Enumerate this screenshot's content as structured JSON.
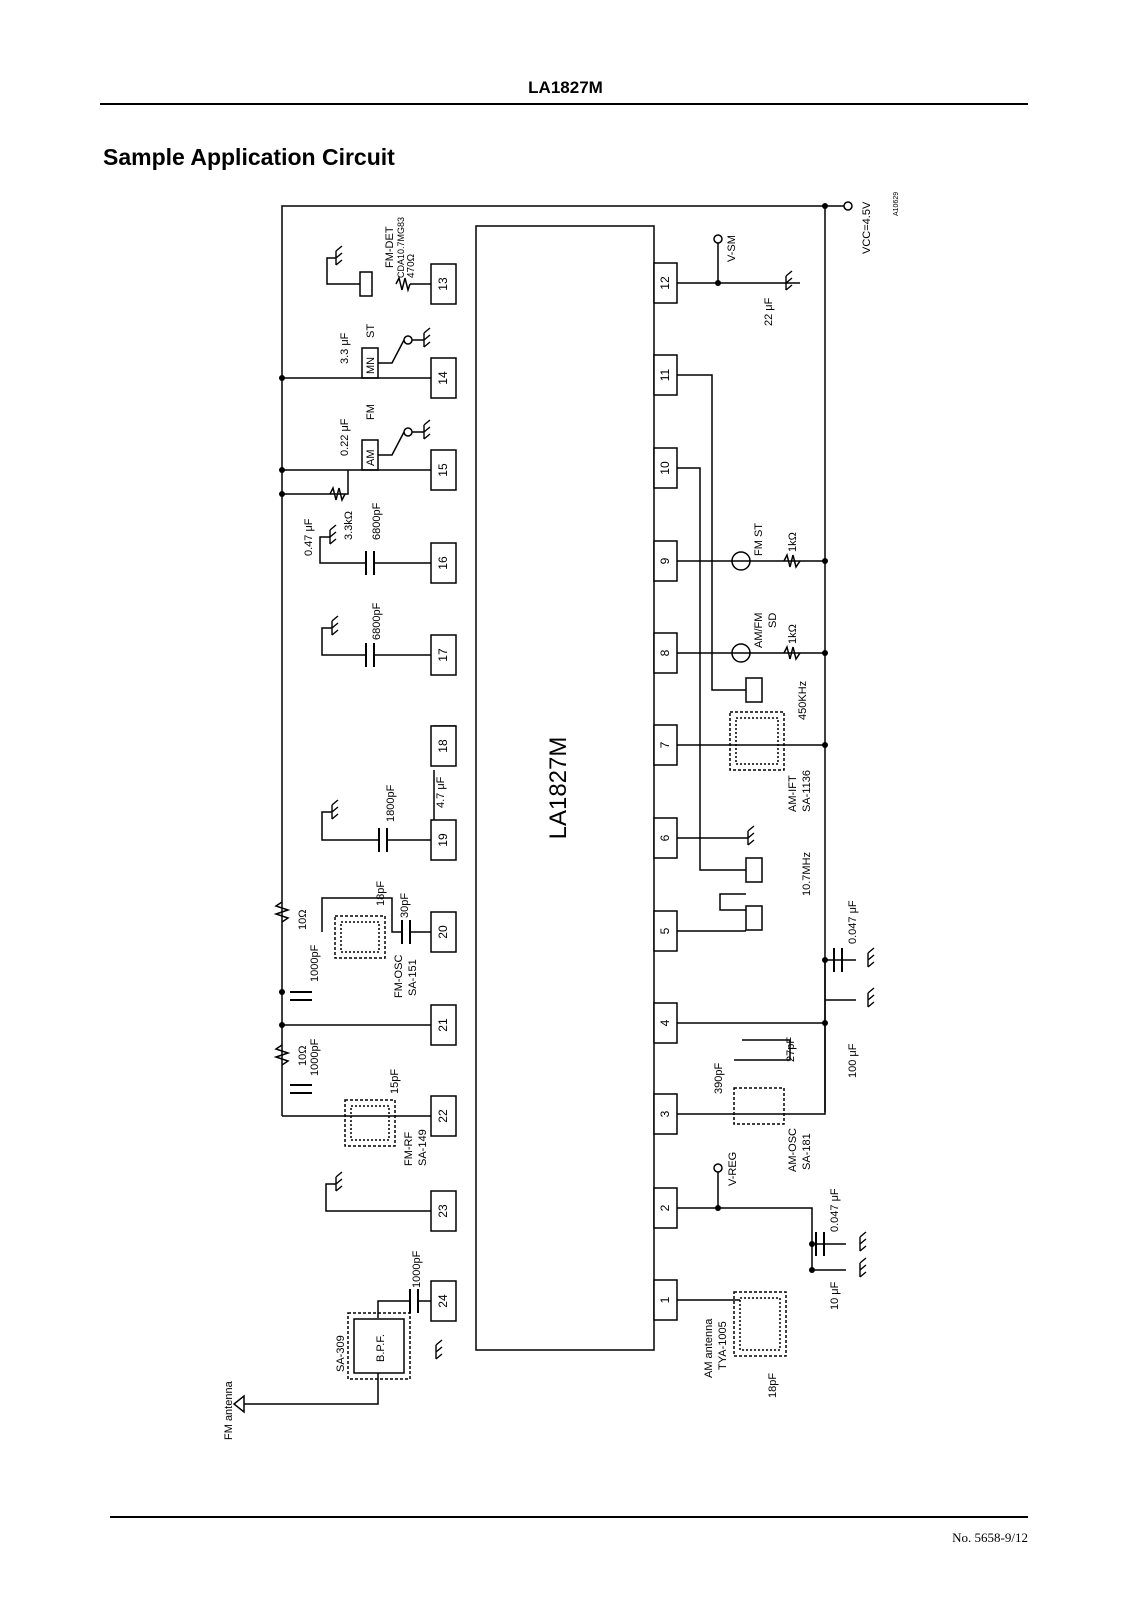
{
  "header": {
    "part_number": "LA1827M",
    "section_title": "Sample Application Circuit"
  },
  "footer": {
    "page_number": "No. 5658-9/12"
  },
  "figure_code": "A10629",
  "ic": {
    "name": "LA1827M",
    "pins_bottom": [
      "1",
      "2",
      "3",
      "4",
      "5",
      "6",
      "7",
      "8",
      "9",
      "10",
      "11",
      "12"
    ],
    "pins_top": [
      "24",
      "23",
      "22",
      "21",
      "20",
      "19",
      "18",
      "17",
      "16",
      "15",
      "14",
      "13"
    ]
  },
  "labels": {
    "vcc": "VCC=4.5V",
    "vsm": "V-SM",
    "vreg": "V-REG",
    "fm_det": "FM-DET",
    "cda": "CDA10.7MG83",
    "r470": "470Ω",
    "st": "ST",
    "mn": "MN",
    "fm": "FM",
    "am": "AM",
    "c33": "3.3 μF",
    "c022": "0.22 μF",
    "c047u": "0.47 μF",
    "r33k": "3.3kΩ",
    "c6800a": "6800pF",
    "c6800b": "6800pF",
    "c1800": "1800pF",
    "c47u": "4.7 μF",
    "r10a": "10Ω",
    "c18pf_osc": "18pF",
    "c30pf": "30pF",
    "c1000a": "1000pF",
    "fmosc": "FM-OSC",
    "sa151": "SA-151",
    "r10b": "10Ω",
    "c1000b": "1000pF",
    "c15pf": "15pF",
    "fmrf": "FM-RF",
    "sa149": "SA-149",
    "c1000c": "1000pF",
    "sa309": "SA-309",
    "bpf": "B.P.F.",
    "fm_antenna": "FM antenna",
    "c22u": "22 μF",
    "fmst": "FM ST",
    "r1k_a": "1kΩ",
    "amfm": "AM/FM",
    "sd": "SD",
    "r1k_b": "1kΩ",
    "f450": "450KHz",
    "amift": "AM-IFT",
    "sa1136": "SA-1136",
    "f107": "10.7MHz",
    "c0047a": "0.047 μF",
    "c100u": "100 μF",
    "c27pf": "27pF",
    "c390pf": "390pF",
    "amosc": "AM-OSC",
    "sa181": "SA-181",
    "c0047b": "0.047 μF",
    "c10u": "10 μF",
    "am_antenna": "AM antenna",
    "tya1005": "TYA-1005",
    "c18pf_ant": "18pF"
  }
}
